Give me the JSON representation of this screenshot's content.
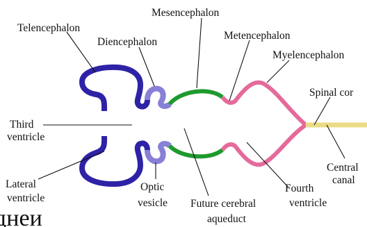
{
  "colors": {
    "telencephalon": "#2e22a6",
    "diencephalon": "#8880d6",
    "mesencephalon": "#1e9a2e",
    "metencephalon": "#e56a9b",
    "myelencephalon": "#e56a9b",
    "spinal_cord": "#eadb86",
    "outline": "#1a1a1a",
    "background": "#ffffff"
  },
  "labels": {
    "telencephalon": "Telencephalon",
    "diencephalon": "Diencephalon",
    "mesencephalon": "Mesencephalon",
    "metencephalon": "Metencephalon",
    "myelencephalon": "Myelencephalon",
    "spinal_cord": "Spinal cor",
    "third_ventricle_1": "Third",
    "third_ventricle_2": "ventricle",
    "central_canal_1": "Central",
    "central_canal_2": "canal",
    "lateral_ventricle_1": "Lateral",
    "lateral_ventricle_2": "ventricle",
    "optic_vesicle_1": "Optic",
    "optic_vesicle_2": "vesicle",
    "future_aqueduct_1": "Future cerebral",
    "future_aqueduct_2": "aqueduct",
    "fourth_ventricle_1": "Fourth",
    "fourth_ventricle_2": "ventricle"
  },
  "fragment_text": "днеи"
}
